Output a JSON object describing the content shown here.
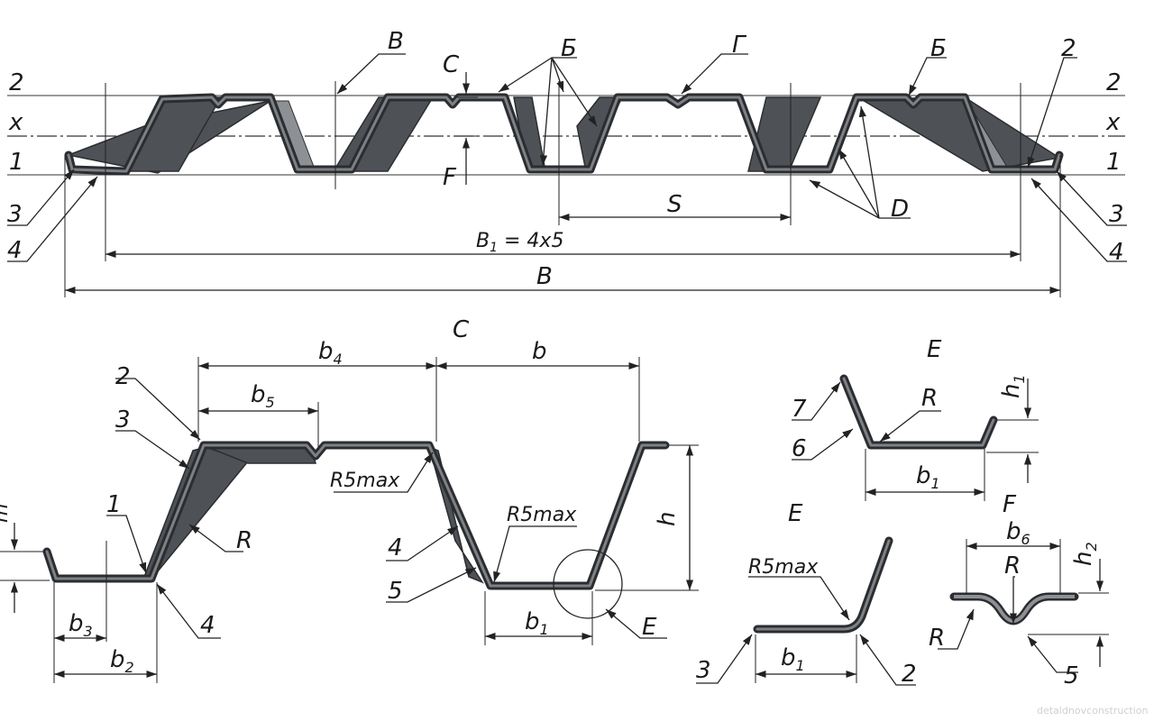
{
  "main_view": {
    "callout_V": "В",
    "callout_C": "C",
    "callout_B_cyr": "Б",
    "callout_G": "Г",
    "callout_B_cyr_2": "Б",
    "callout_2_right": "2",
    "callout_F": "F",
    "callout_S": "S",
    "callout_D": "D",
    "line_2_left": "2",
    "line_x_left": "x",
    "line_1_left": "1",
    "line_2_right": "2",
    "line_x_right": "x",
    "line_1_right": "1",
    "label_3_left": "3",
    "label_4_left": "4",
    "label_3_right": "3",
    "label_4_right": "4",
    "dim_B1": "B",
    "dim_B1_sub": "1",
    "dim_B1_rest": " = 4x5",
    "dim_B": "B"
  },
  "section_C": {
    "title": "C",
    "b4": "b",
    "b4_sub": "4",
    "b": "b",
    "b5": "b",
    "b5_sub": "5",
    "lbl_2": "2",
    "lbl_3": "3",
    "lbl_1": "1",
    "lbl_R": "R",
    "lbl_4": "4",
    "lbl_R5max_top": "R5max",
    "lbl_R5max_bottom": "R5max",
    "lbl_4b": "4",
    "lbl_5": "5",
    "h": "h",
    "b1": "b",
    "b1_sub": "1",
    "b3": "b",
    "b3_sub": "3",
    "b2": "b",
    "b2_sub": "2",
    "lbl_E": "E",
    "h_left": "m"
  },
  "detail_E_top": {
    "title": "E",
    "lbl_7": "7",
    "lbl_6": "6",
    "lbl_R": "R",
    "h1": "h",
    "h1_sub": "1",
    "b1": "b",
    "b1_sub": "1"
  },
  "detail_E_bottom": {
    "title": "E",
    "lbl_R5max": "R5max",
    "lbl_3": "3",
    "lbl_2": "2",
    "b1": "b",
    "b1_sub": "1"
  },
  "detail_F": {
    "title": "F",
    "b6": "b",
    "b6_sub": "6",
    "h2": "h",
    "h2_sub": "2",
    "lbl_R_top": "R",
    "lbl_R_left": "R",
    "lbl_5": "5"
  },
  "watermark": "detaldnovconstruction"
}
